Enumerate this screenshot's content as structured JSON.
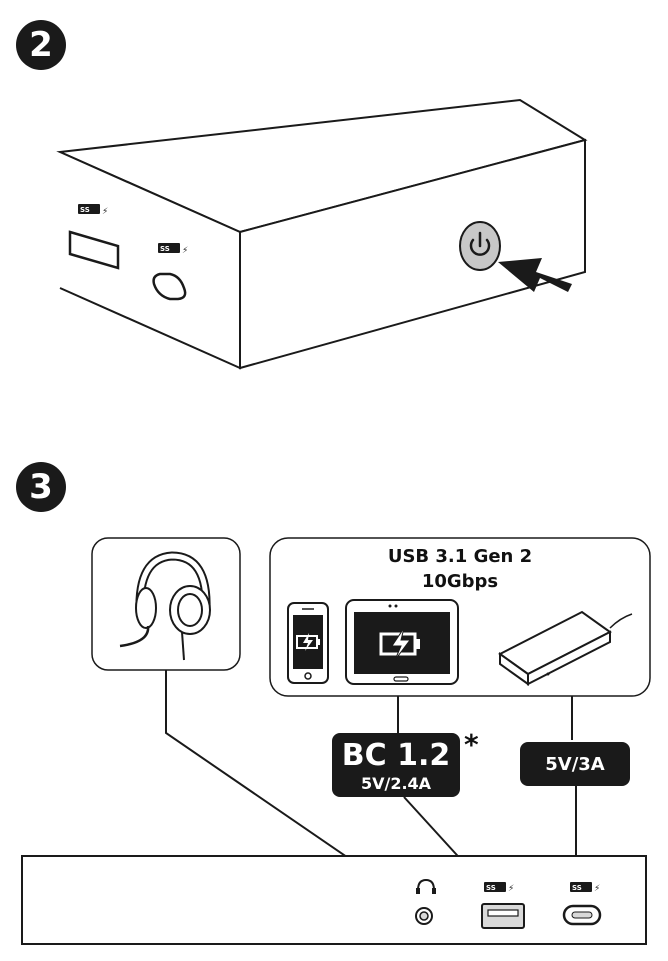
{
  "steps": {
    "step2_number": "2",
    "step3_number": "3"
  },
  "storage_box": {
    "line1": "USB 3.1 Gen 2",
    "line2": "10Gbps"
  },
  "bc_badge": {
    "title": "BC 1.2",
    "asterisk": "*",
    "rating": "5V/2.4A"
  },
  "usbc_badge": {
    "rating": "5V/3A"
  },
  "port_logo_text": "SS",
  "icons": [
    "power-button-icon",
    "push-arrow-icon",
    "headset-icon",
    "phone-icon",
    "tablet-icon",
    "battery-charging-icon",
    "external-drive-icon",
    "headphone-jack-icon",
    "usb-a-port-icon",
    "usb-c-port-icon",
    "ss-usb-logo-icon"
  ],
  "colors": {
    "ink": "#1a1a1a",
    "port_fill": "#d9d9d9",
    "power_button": "#c8c8c8"
  }
}
